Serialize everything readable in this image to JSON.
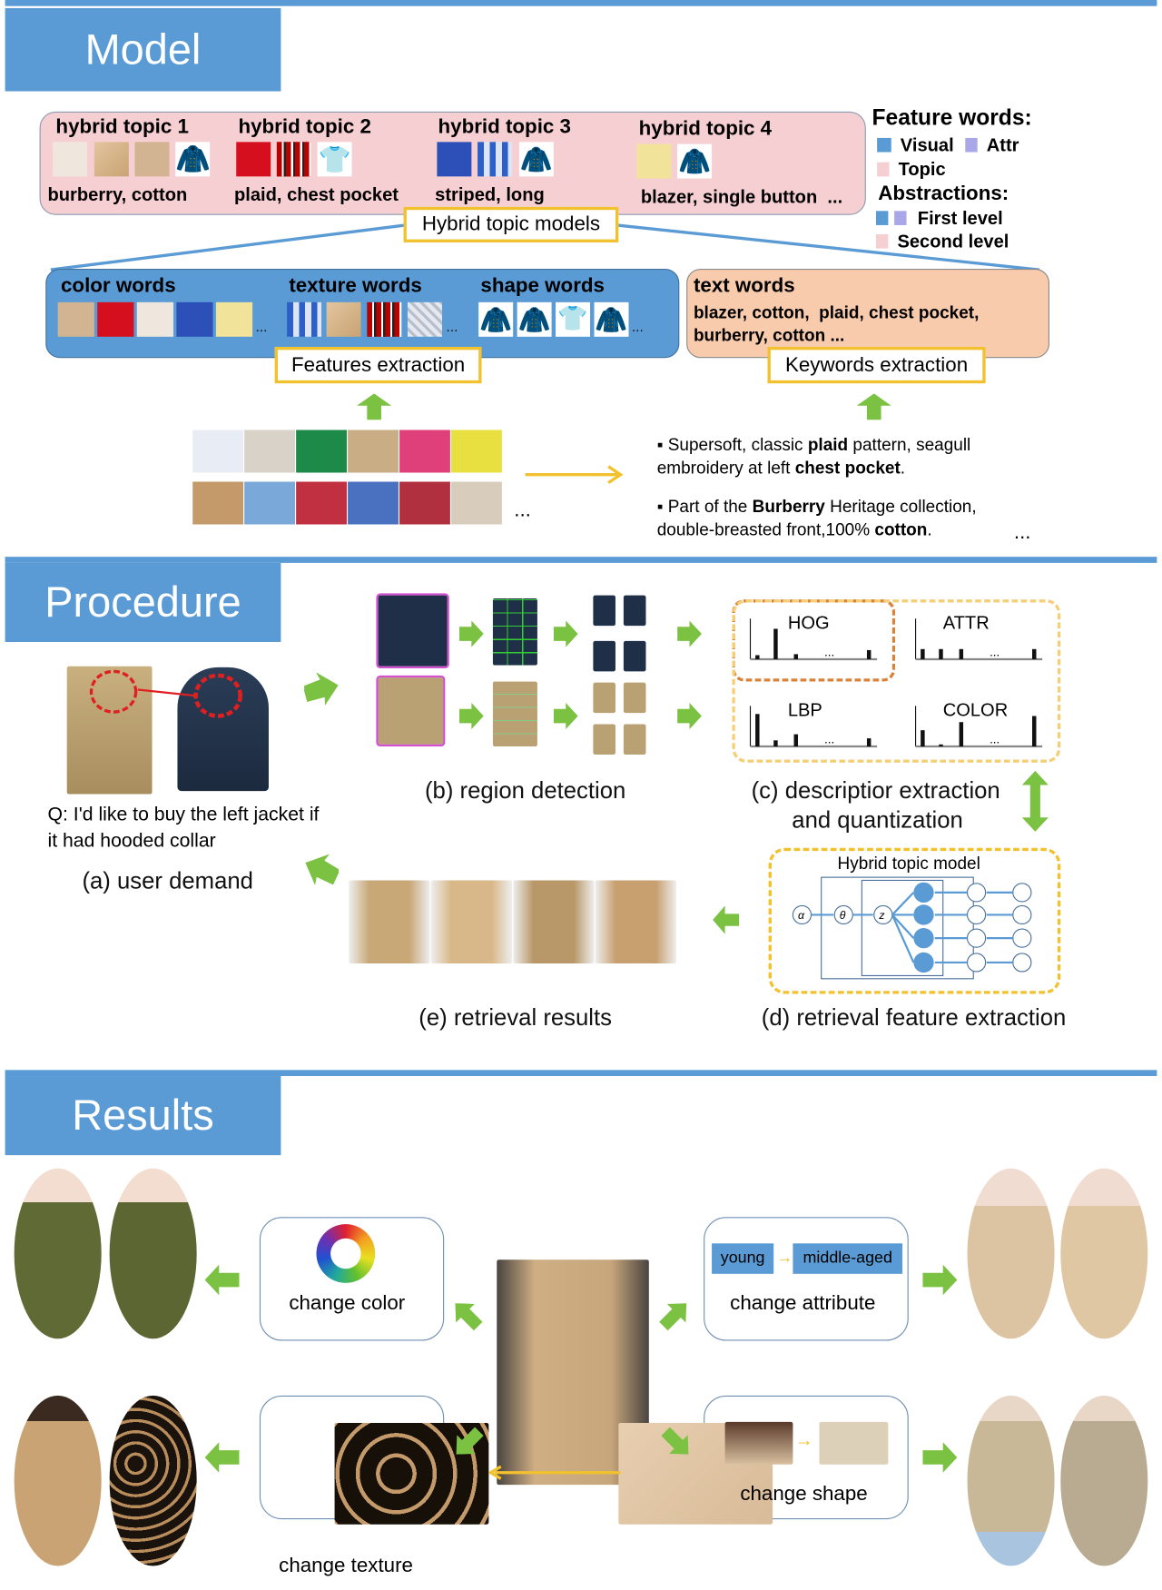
{
  "colors": {
    "section_blue": "#5b9bd5",
    "topic_pink": "#f6cfd3",
    "text_orange": "#f8cbad",
    "highlight_yellow": "#f2c12e",
    "arrow_green": "#7cc242"
  },
  "model": {
    "title": "Model",
    "topics": [
      {
        "label": "hybrid topic 1",
        "words": "burberry, cotton",
        "swatches": [
          "#efe6de",
          "#d6b48e",
          "#d2b392",
          "icon:coat"
        ]
      },
      {
        "label": "hybrid topic 2",
        "words": "plaid, chest pocket",
        "swatches": [
          "#d50f1d",
          "plaid",
          "icon:shirt"
        ]
      },
      {
        "label": "hybrid topic 3",
        "words": "striped, long",
        "swatches": [
          "#2d4fb8",
          "stripes",
          "icon:jacket"
        ]
      },
      {
        "label": "hybrid topic 4",
        "words": "blazer, single button  ...",
        "swatches": [
          "#f1e39a",
          "icon:blazer"
        ]
      }
    ],
    "hybrid_label": "Hybrid topic models",
    "legend": {
      "feature_title": "Feature words:",
      "visual": "Visual",
      "attr": "Attr",
      "topic": "Topic",
      "abstractions_title": "Abstractions:",
      "first": "First level",
      "second": "Second level"
    },
    "color_words": {
      "label": "color words",
      "swatches": [
        "#d2b392",
        "#d50f1d",
        "#efe6de",
        "#2d4fb8",
        "#f1e39a"
      ]
    },
    "texture_words": {
      "label": "texture words"
    },
    "shape_words": {
      "label": "shape words"
    },
    "text_words": {
      "label": "text words",
      "line1": "blazer, cotton,  plaid, chest pocket,",
      "line2": "burberry, cotton ..."
    },
    "features_label": "Features extraction",
    "keywords_label": "Keywords extraction",
    "ellipsis": "...",
    "desc1": {
      "pre": "Supersoft, classic ",
      "b1": "plaid",
      "mid": " pattern, seagull embroidery  at left ",
      "b2": "chest pocket",
      "post": "."
    },
    "desc2": {
      "pre": "Part of the ",
      "b1": "Burberry",
      "mid": " Heritage collection, double-breasted  front,100% ",
      "b2": "cotton",
      "post": "."
    }
  },
  "procedure": {
    "title": "Procedure",
    "query": "Q: I'd like to buy the left jacket if it had hooded collar",
    "a": "(a) user demand",
    "b": "(b) region detection",
    "c1": "(c) descriptior extraction",
    "c2": "and quantization",
    "d": "(d) retrieval feature extraction",
    "e": "(e) retrieval results",
    "hist": [
      "HOG",
      "ATTR",
      "LBP",
      "COLOR"
    ],
    "htm_title": "Hybrid topic model",
    "nodes": [
      "α",
      "θ",
      "z"
    ]
  },
  "results": {
    "title": "Results",
    "change_color": "change color",
    "change_attribute": "change attribute",
    "young": "young",
    "middle_aged": "middle-aged",
    "change_shape": "change shape",
    "change_texture": "change texture"
  }
}
